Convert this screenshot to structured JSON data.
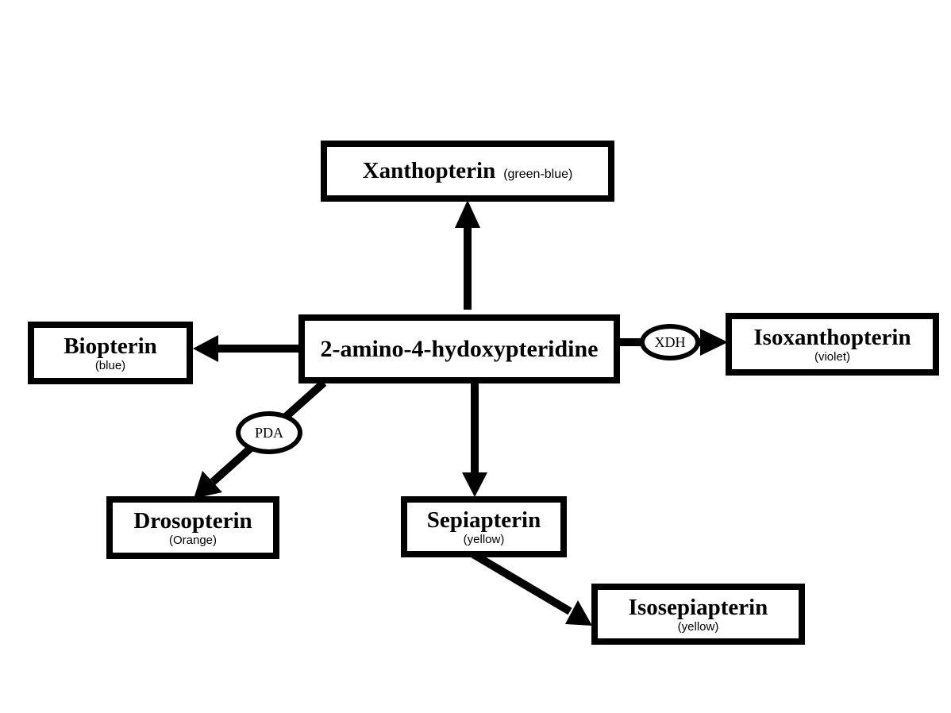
{
  "diagram": {
    "title": "Pteridine pigment pathway",
    "center": {
      "name": "2-amino-4-hydoxypteridine"
    },
    "nodes": {
      "xanthopterin": {
        "name": "Xanthopterin",
        "color_note": "(green-blue)"
      },
      "biopterin": {
        "name": "Biopterin",
        "color_note": "(blue)"
      },
      "isoxanthopterin": {
        "name": "Isoxanthopterin",
        "color_note": "(violet)"
      },
      "drosopterin": {
        "name": "Drosopterin",
        "color_note": "(Orange)"
      },
      "sepiapterin": {
        "name": "Sepiapterin",
        "color_note": "(yellow)"
      },
      "isosepiapterin": {
        "name": "Isosepiapterin",
        "color_note": "(yellow)"
      }
    },
    "enzymes": {
      "xdh": "XDH",
      "pda": "PDA"
    },
    "edges": [
      {
        "from": "2-amino-4-hydoxypteridine",
        "to": "Xanthopterin",
        "enzyme": ""
      },
      {
        "from": "2-amino-4-hydoxypteridine",
        "to": "Biopterin",
        "enzyme": ""
      },
      {
        "from": "2-amino-4-hydoxypteridine",
        "to": "Isoxanthopterin",
        "enzyme": "XDH"
      },
      {
        "from": "2-amino-4-hydoxypteridine",
        "to": "Drosopterin",
        "enzyme": "PDA"
      },
      {
        "from": "2-amino-4-hydoxypteridine",
        "to": "Sepiapterin",
        "enzyme": ""
      },
      {
        "from": "Sepiapterin",
        "to": "Isosepiapterin",
        "enzyme": ""
      }
    ],
    "colors": {
      "stroke": "#000000",
      "background": "#ffffff"
    }
  }
}
